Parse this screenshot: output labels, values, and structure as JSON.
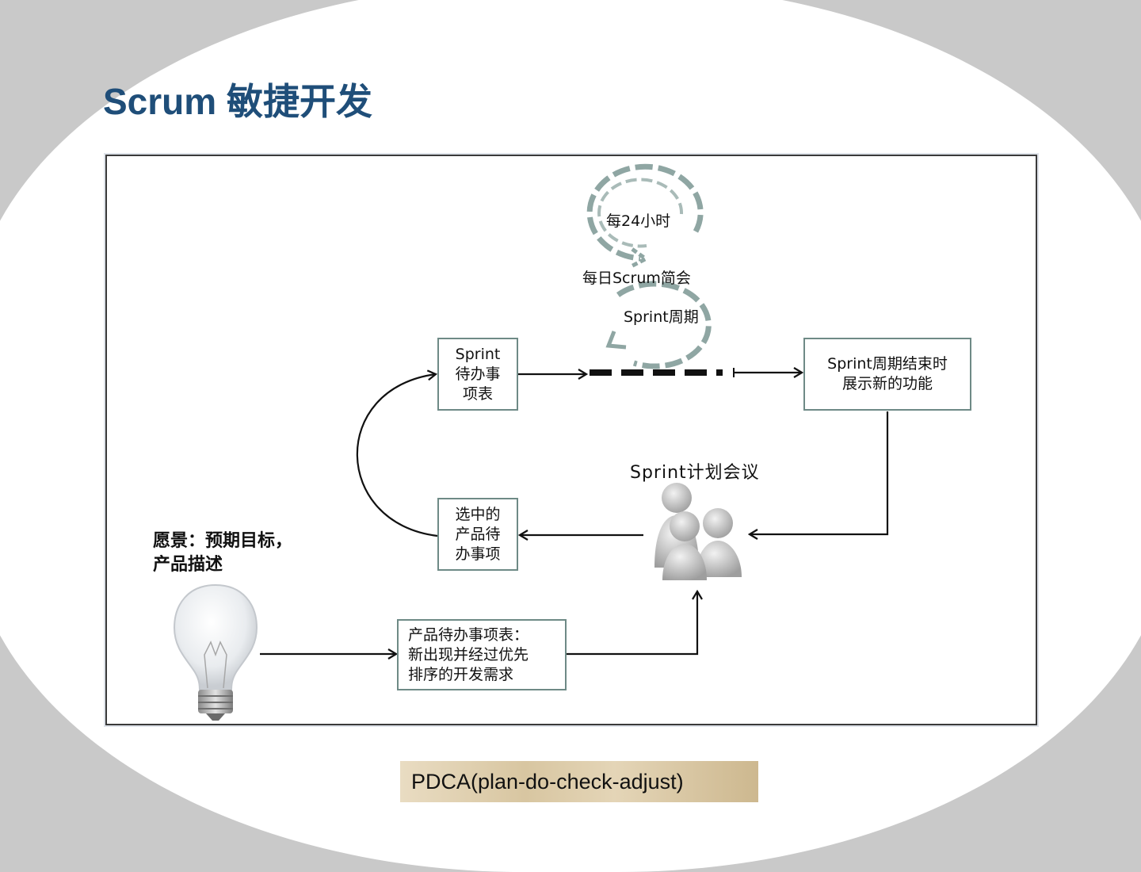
{
  "slide": {
    "title": "Scrum 敏捷开发",
    "footer_label": "PDCA(plan-do-check-adjust)"
  },
  "diagram": {
    "cycle_24h_label": "每24小时",
    "daily_scrum_label": "每日Scrum简会",
    "sprint_cycle_label": "Sprint周期",
    "sprint_backlog_box": "Sprint\n待办事\n项表",
    "sprint_end_box": "Sprint周期结束时\n展示新的功能",
    "sprint_planning_label": "Sprint计划会议",
    "selected_backlog_box": "选中的\n产品待\n办事项",
    "vision_label": "愿景：预期目标，\n产品描述",
    "product_backlog_box": "产品待办事项表：\n新出现并经过优先\n排序的开发需求"
  },
  "colors": {
    "title": "#1f4e79",
    "box_border": "#6e8a86",
    "cycle_arrow": "#8fa6a3"
  },
  "icons": [
    "lightbulb-icon",
    "people-group-icon",
    "circular-arrow-icon"
  ]
}
